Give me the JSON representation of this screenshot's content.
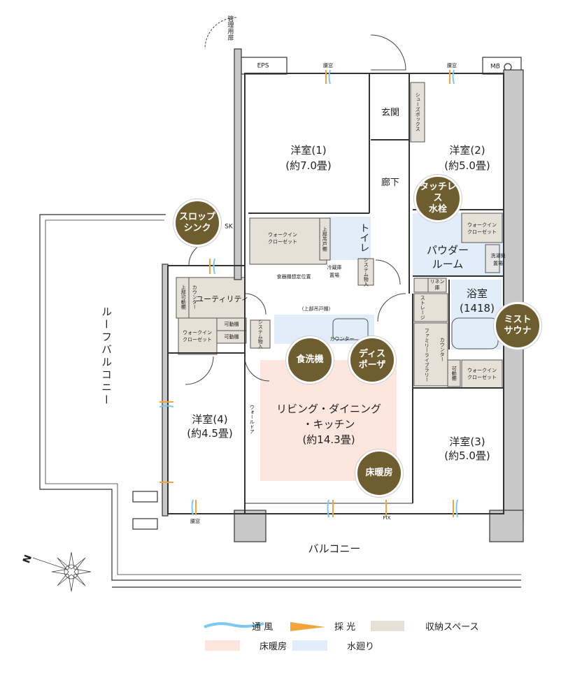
{
  "colors": {
    "storage": "#e6e1d6",
    "floor_heating": "#fce6dd",
    "water": "#e1edf8",
    "badge": "#6e5d2e",
    "wall": "#c8c8c8",
    "wind": "#7cc8ee",
    "light": "#f4a53a"
  },
  "rooms": {
    "room1": {
      "name": "洋室(1)",
      "size": "(約7.0畳)"
    },
    "room2": {
      "name": "洋室(2)",
      "size": "(約5.0畳)"
    },
    "room3": {
      "name": "洋室(3)",
      "size": "(約5.0畳)"
    },
    "room4": {
      "name": "洋室(4)",
      "size": "(約4.5畳)"
    },
    "ldk": {
      "name1": "リビング・ダイニング",
      "name2": "・キッチン",
      "size": "(約14.3畳)"
    },
    "entrance": "玄関",
    "hallway": "廊下",
    "powder": {
      "l1": "パウダー",
      "l2": "ルーム"
    },
    "bath": {
      "name": "浴室",
      "size": "(1418)"
    },
    "toilet": "トイレ",
    "utility": "ユーティリティ",
    "roof_balcony": "ルーフバルコニー",
    "balcony": "バルコニー"
  },
  "labels": {
    "kanri_door": "管理用扉",
    "eps": "EPS",
    "mb": "MB",
    "koshimado": "腰窓",
    "fix": "FIX",
    "sk": "SK",
    "shoes_box": "シューズボックス",
    "wic": "ウォークインクローゼット",
    "wic1": "ウォークイン",
    "wic2": "クローゼット",
    "upper_cabinet_v": "上部吊戸棚",
    "fridge1": "冷蔵庫",
    "fridge2": "置場",
    "dish_shelf": "食器棚想定位置",
    "system_storage": "システム物入",
    "upper_movable": "上部可動棚",
    "counter": "カウンター",
    "movable_shelf": "可動棚",
    "upper_cabinet": "(上部吊戸棚)",
    "kitchen_counter": "カウンター",
    "wall_door": "ウォールドア",
    "linen1": "リネン",
    "linen2": "庫",
    "storage": "ストレージ",
    "family_library": "ファミリーライブラリー",
    "washer1": "洗濯機",
    "washer2": "置場",
    "north": "N"
  },
  "badges": {
    "slop_sink": "スロップ\nシンク",
    "touchless": "タッチレス\n水栓",
    "mist_sauna": "ミスト\nサウナ",
    "dishwasher": "食洗機",
    "disposer": "ディス\nポーザ",
    "floor_heating": "床暖房"
  },
  "legend": [
    {
      "label": "通 風",
      "icon": "wind-wave"
    },
    {
      "label": "採 光",
      "icon": "light-ray"
    },
    {
      "label": "収納スペース",
      "swatch": "storage"
    },
    {
      "label": "床暖房",
      "swatch": "floor_heating"
    },
    {
      "label": "水廻り",
      "swatch": "water"
    }
  ]
}
